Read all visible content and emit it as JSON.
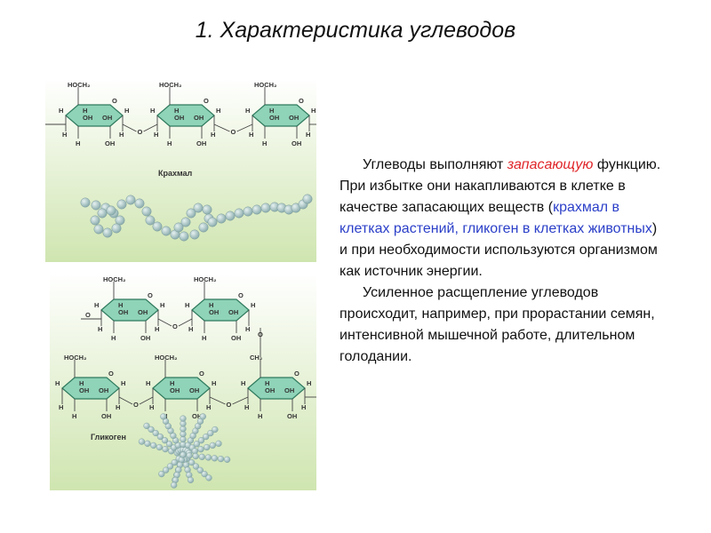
{
  "title": "1. Характеристика углеводов",
  "starch_panel": {
    "label": "Крахмал"
  },
  "glycogen_panel": {
    "label": "Гликоген"
  },
  "atoms": {
    "hoch2": "HOCH₂",
    "ch2": "CH₂",
    "h": "H",
    "o": "O",
    "oh": "OH"
  },
  "text": {
    "p1_a": "Углеводы выполняют ",
    "p1_red": "запасающую",
    "p1_b": " функцию. При избытке они накапливаются в клетке в качестве запасающих веществ (",
    "p1_blue": "крахмал в клетках растений, гликоген в клетках животных",
    "p1_c": ") и при необходимости используются организмом как источник энергии.",
    "p2": "Усиленное расщепление углеводов происходит, например, при прорастании семян, интенсивной мышечной работе, длительном голодании."
  },
  "colors": {
    "ring_fill": "#8fd3b8",
    "ring_stroke": "#2f7a5e",
    "bead": "#a6c3c4",
    "red": "#e0262a",
    "blue": "#2b3fc8"
  }
}
